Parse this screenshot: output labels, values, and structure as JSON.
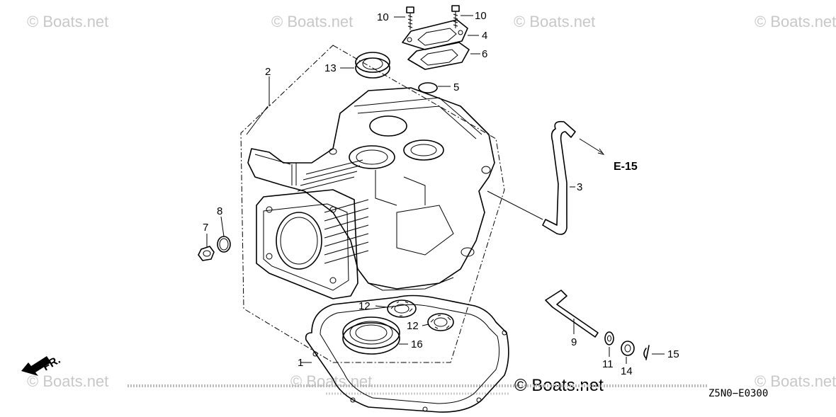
{
  "watermarks": {
    "small": "© Boats.net",
    "large": "© Boats.net"
  },
  "labels": {
    "p1": "1",
    "p2": "2",
    "p3": "3",
    "p4": "4",
    "p5": "5",
    "p6": "6",
    "p7": "7",
    "p8": "8",
    "p9": "9",
    "p10a": "10",
    "p10b": "10",
    "p11": "11",
    "p12a": "12",
    "p12b": "12",
    "p13": "13",
    "p14": "14",
    "p15": "15",
    "p16": "16"
  },
  "reference": "E-15",
  "direction": "FR.",
  "diagram_code": "Z5N0−E0300"
}
